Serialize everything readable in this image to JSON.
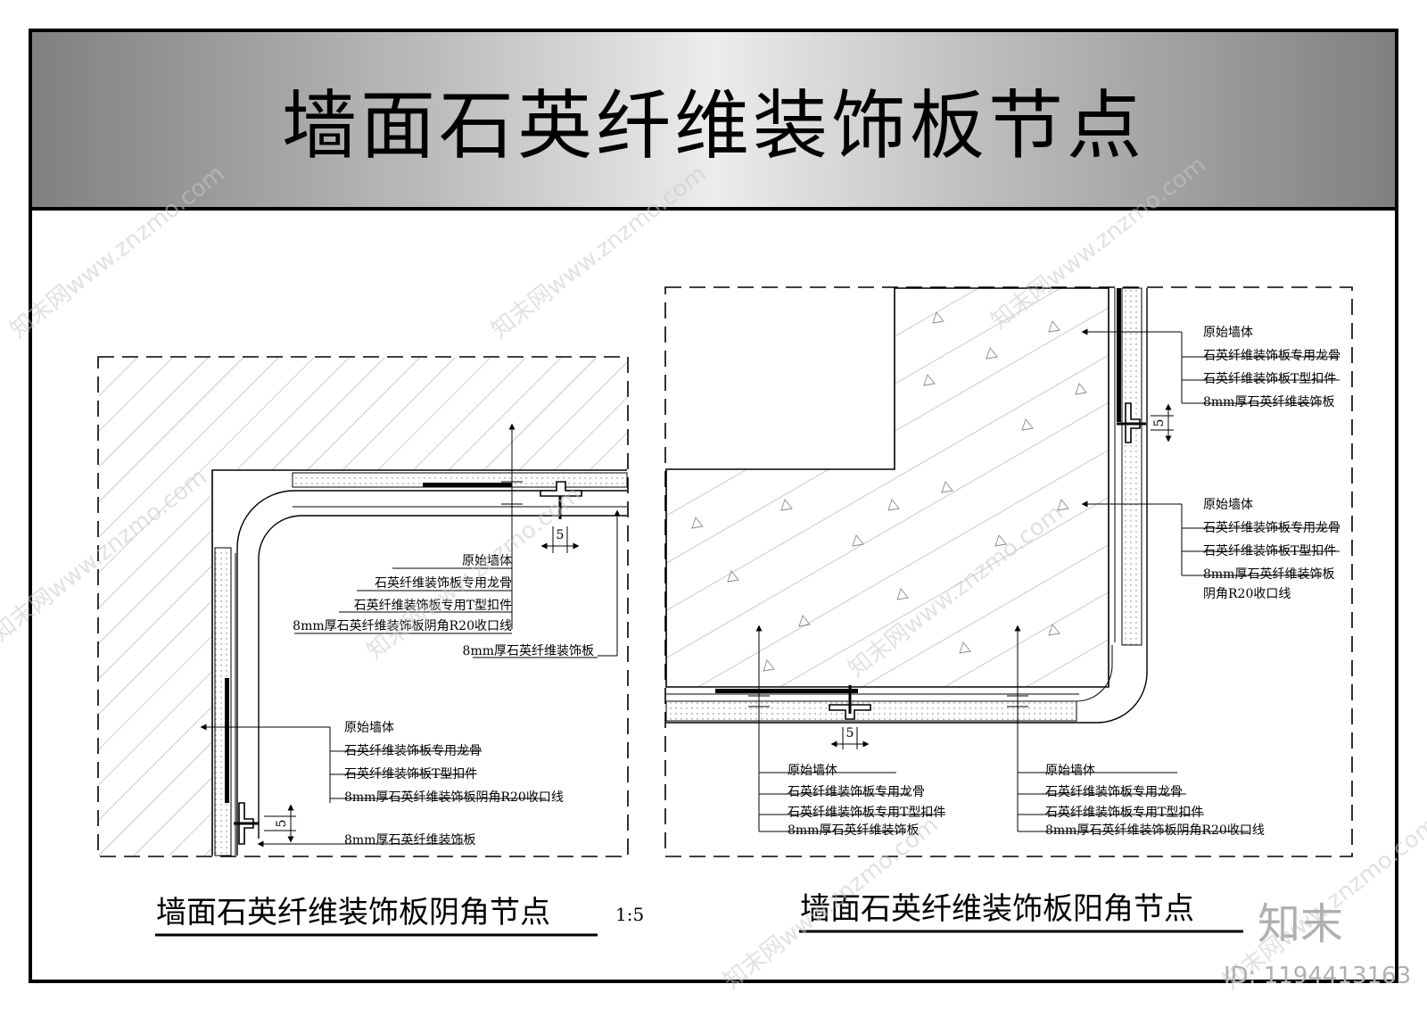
{
  "title": "墙面石英纤维装饰板节点",
  "left_detail": {
    "caption": "墙面石英纤维装饰板阴角节点",
    "scale": "1:5",
    "dimension": "5",
    "top_group": [
      "原始墙体",
      "石英纤维装饰板专用龙骨",
      "石英纤维装饰板专用T型扣件",
      "8mm厚石英纤维装饰板阴角R20收口线"
    ],
    "top_extra": "8mm厚石英纤维装饰板",
    "bottom_group": [
      "原始墙体",
      "石英纤维装饰板专用龙骨",
      "石英纤维装饰板T型扣件",
      "8mm厚石英纤维装饰板阴角R20收口线"
    ],
    "bottom_extra": "8mm厚石英纤维装饰板"
  },
  "right_detail": {
    "caption": "墙面石英纤维装饰板阳角节点",
    "dimension": "5",
    "upper_group": [
      "原始墙体",
      "石英纤维装饰板专用龙骨",
      "石英纤维装饰板T型扣件",
      "8mm厚石英纤维装饰板"
    ],
    "middle_group": [
      "原始墙体",
      "石英纤维装饰板专用龙骨",
      "石英纤维装饰板T型扣件",
      "8mm厚石英纤维装饰板",
      "阴角R20收口线"
    ],
    "bottom_left_group": [
      "原始墙体",
      "石英纤维装饰板专用龙骨",
      "石英纤维装饰板专用T型扣件",
      "8mm厚石英纤维装饰板"
    ],
    "bottom_right_group": [
      "原始墙体",
      "石英纤维装饰板专用龙骨",
      "石英纤维装饰板专用T型扣件",
      "8mm厚石英纤维装饰板阴角R20收口线"
    ]
  },
  "watermark": {
    "brand": "知末",
    "id_label": "ID: 1194413163",
    "url": "知末网www.znzmo.com"
  },
  "colors": {
    "line": "#000000",
    "hatch": "#9a9a9a",
    "watermark": "#bdbdbd"
  }
}
